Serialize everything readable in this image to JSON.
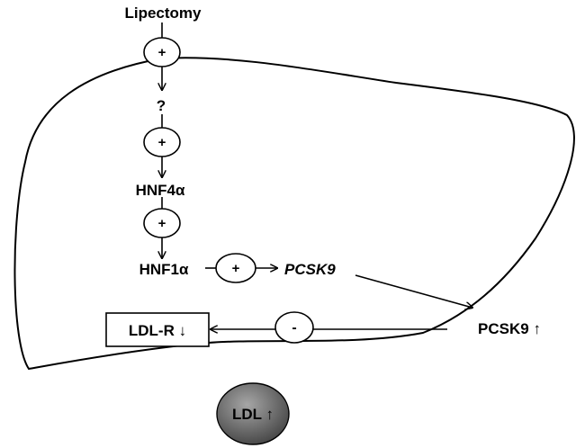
{
  "colors": {
    "stroke": "#000000",
    "background": "#ffffff",
    "ldl_fill_light": "#a6a6a6",
    "ldl_fill_dark": "#4a4a4a"
  },
  "nodes": {
    "lipectomy": "Lipectomy",
    "unknown": "?",
    "hnf4a": "HNF4α",
    "hnf1a": "HNF1α",
    "pcsk9_gene": "PCSK9",
    "pcsk9_protein": "PCSK9 ↑",
    "ldlr": "LDL-R ↓",
    "ldl": "LDL ↑"
  },
  "signs": {
    "plus_1": "+",
    "plus_2": "+",
    "plus_3": "+",
    "plus_4": "+",
    "minus": "-"
  }
}
